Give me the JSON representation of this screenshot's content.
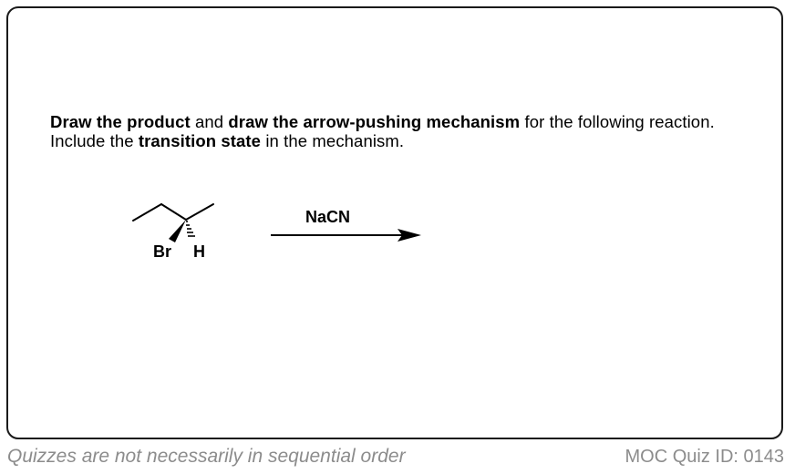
{
  "question": {
    "segments": [
      {
        "text": "Draw the product",
        "bold": true
      },
      {
        "text": " and ",
        "bold": false
      },
      {
        "text": "draw the arrow-pushing mechanism",
        "bold": true
      },
      {
        "text": " for the following reaction.  Include the ",
        "bold": false
      },
      {
        "text": "transition state",
        "bold": true
      },
      {
        "text": " in the mechanism.",
        "bold": false
      }
    ]
  },
  "scheme": {
    "substituent_br": "Br",
    "substituent_h": "H",
    "reagent": "NaCN"
  },
  "footer": {
    "note": "Quizzes are not necessarily in sequential order",
    "quiz_id": "MOC Quiz ID: 0143"
  }
}
